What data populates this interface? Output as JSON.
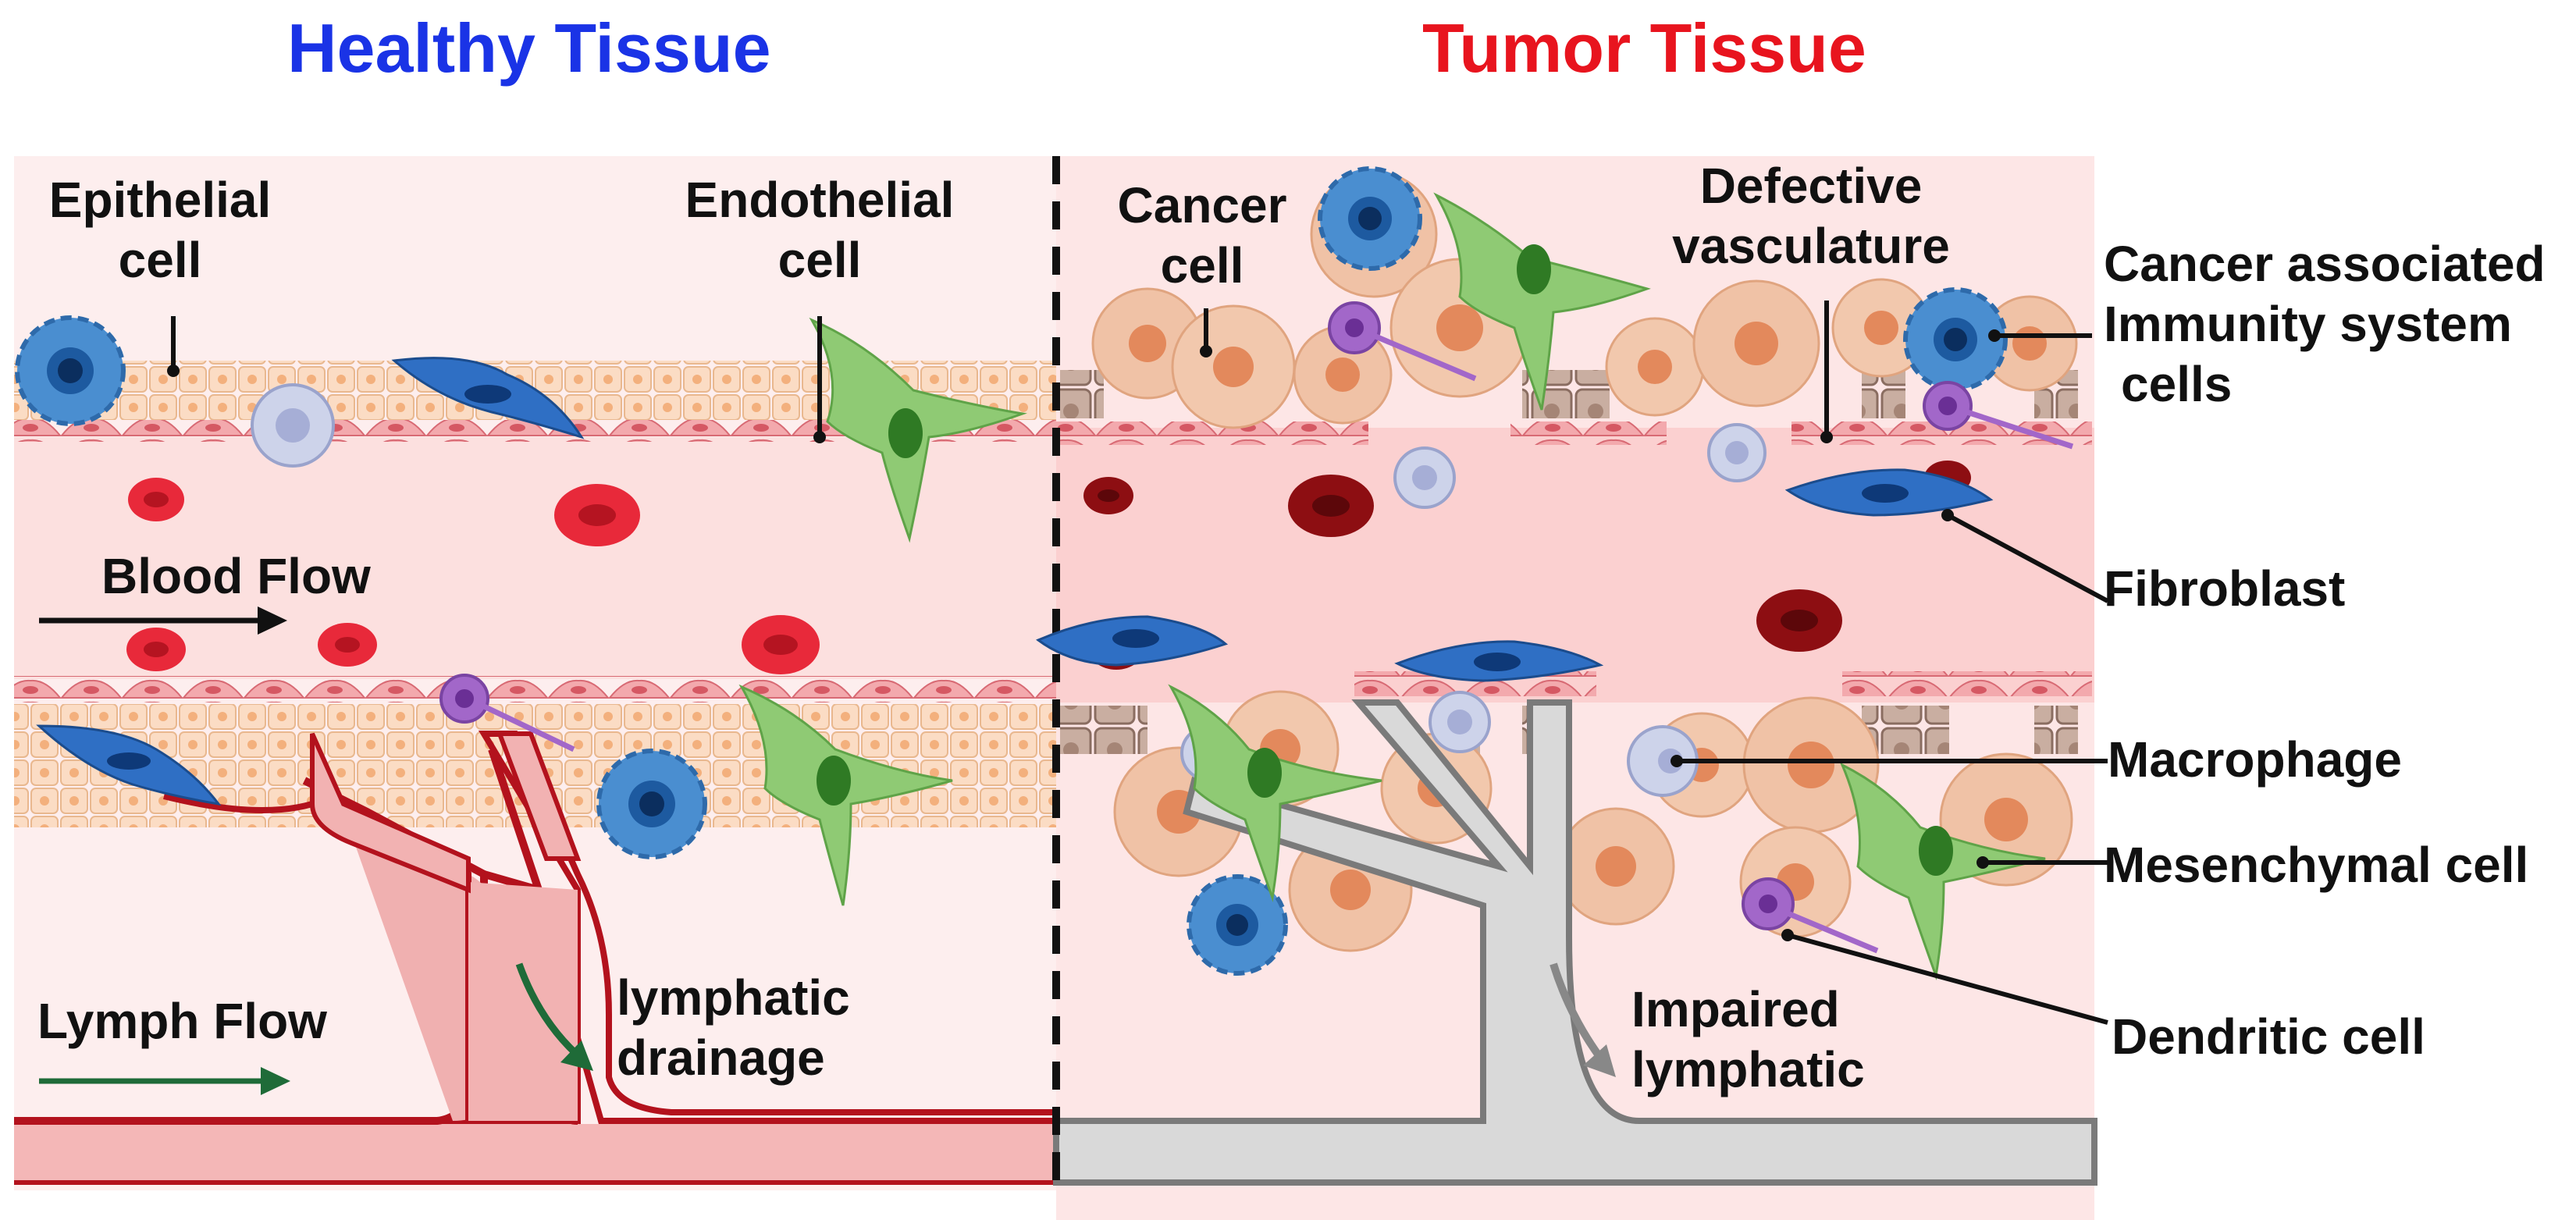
{
  "titles": {
    "healthy": "Healthy Tissue",
    "tumor": "Tumor Tissue"
  },
  "labels": {
    "epithelial_1": "Epithelial",
    "epithelial_2": "cell",
    "endothelial_1": "Endothelial",
    "endothelial_2": "cell",
    "blood_flow": "Blood Flow",
    "lymph_flow": "Lymph Flow",
    "lymphatic_drainage_1": "lymphatic",
    "lymphatic_drainage_2": "drainage",
    "cancer_cell_1": "Cancer",
    "cancer_cell_2": "cell",
    "defective_1": "Defective",
    "defective_2": "vasculature",
    "caisc_1": "Cancer associated",
    "caisc_2": "Immunity system",
    "caisc_3": "cells",
    "fibroblast": "Fibroblast",
    "macrophage": "Macrophage",
    "mesenchymal": "Mesenchymal cell",
    "dendritic": "Dendritic cell",
    "impaired_1": "Impaired",
    "impaired_2": "lymphatic"
  },
  "colors": {
    "healthy_title": "#1a33e6",
    "tumor_title": "#e8141e",
    "healthy_bg": "#fdeeee",
    "tumor_bg": "#fde6e6",
    "blood_channel": "#fbd3d3",
    "epithelial_fill": "#fbdcc4",
    "endothelial_fill": "#f3a9ad",
    "rbc": "#e8293a",
    "rbc_dark": "#8d0e12",
    "lymph_vessel": "#b3121d",
    "impaired_vessel": "#777777",
    "cancer_cell": "#f0c2a6",
    "fibroblast": "#2f6fc4",
    "mesenchymal": "#8fca74",
    "dendritic": "#a267c9",
    "macrophage": "#cdd3ea",
    "immune_cell": "#4a8ed0",
    "lymph_arrow": "#1f6b38",
    "impaired_arrow": "#888888"
  }
}
